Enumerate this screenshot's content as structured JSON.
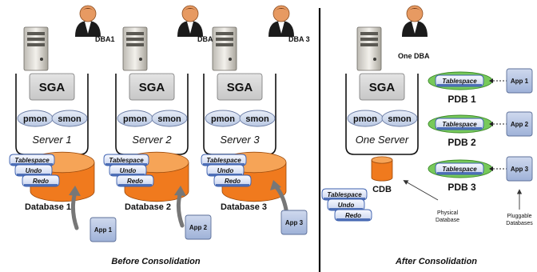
{
  "before": {
    "dbas": [
      "DBA1",
      "DBA2",
      "DBA 3"
    ],
    "servers": [
      "Server 1",
      "Server 2",
      "Server 3"
    ],
    "sga": "SGA",
    "pmon": "pmon",
    "smon": "smon",
    "databases": [
      "Database 1",
      "Database 2",
      "Database 3"
    ],
    "stack": [
      "Tablespace",
      "Undo",
      "Redo"
    ],
    "apps": [
      "App 1",
      "App 2",
      "App 3"
    ],
    "caption": "Before Consolidation"
  },
  "after": {
    "dba": "One DBA",
    "server": "One Server",
    "sga": "SGA",
    "pmon": "pmon",
    "smon": "smon",
    "cdb": "CDB",
    "stack": [
      "Tablespace",
      "Undo",
      "Redo"
    ],
    "pdb_tablespace": "Tablespace",
    "pdbs": [
      "PDB 1",
      "PDB 2",
      "PDB 3"
    ],
    "apps": [
      "App 1",
      "App 2",
      "App 3"
    ],
    "physical_db": [
      "Physical",
      "Database"
    ],
    "pluggable_db": [
      "Pluggable",
      "Databases"
    ],
    "caption": "After Consolidation"
  },
  "colors": {
    "orange": "#f07a1e",
    "green": "#77c95a",
    "blue_tag": "#3b5fae",
    "app_box": "#aebfde"
  }
}
